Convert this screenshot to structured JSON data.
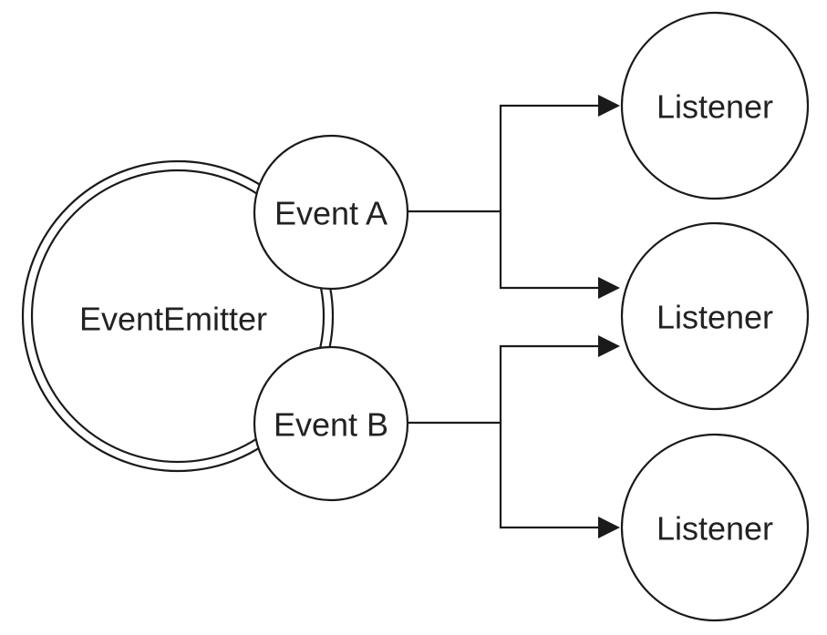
{
  "diagram": {
    "emitter": {
      "label": "EventEmitter"
    },
    "events": [
      {
        "label": "Event A"
      },
      {
        "label": "Event B"
      }
    ],
    "listeners": [
      {
        "label": "Listener"
      },
      {
        "label": "Listener"
      },
      {
        "label": "Listener"
      }
    ],
    "colors": {
      "stroke": "#1a1a1a",
      "fill": "#ffffff",
      "text": "#222222"
    }
  }
}
